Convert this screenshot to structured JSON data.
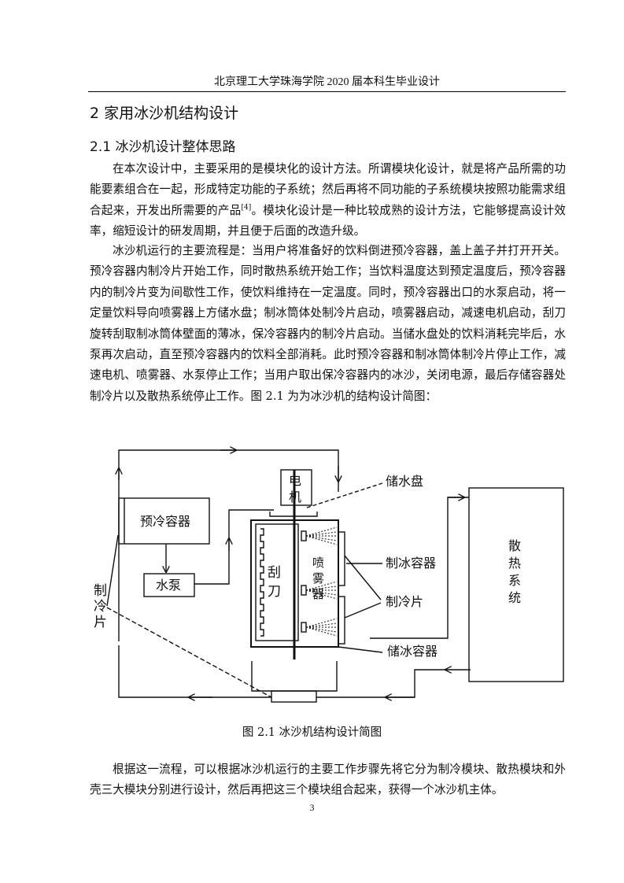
{
  "header": {
    "title": "北京理工大学珠海学院 2020 届本科生毕业设计"
  },
  "chapter": {
    "title": "2 家用冰沙机结构设计"
  },
  "section": {
    "title": "2.1 冰沙机设计整体思路"
  },
  "paragraphs": {
    "p1_a": "在本次设计中，主要采用的是模块化的设计方法。所谓模块化设计，就是将产品所需的功能要素组合在一起，形成特定功能的子系统；然后再将不同功能的子系统模块按照功能需求组合起来，开发出所需要的产品",
    "p1_ref": "[4]",
    "p1_b": "。模块化设计是一种比较成熟的设计方法，它能够提高设计效率，缩短设计的研发周期，并且便于后面的改造升级。",
    "p2": "冰沙机运行的主要流程是：当用户将准备好的饮料倒进预冷容器，盖上盖子并打开开关。预冷容器内制冷片开始工作，同时散热系统开始工作；当饮料温度达到预定温度后，预冷容器内的制冷片变为间歇性工作，使饮料维持在一定温度。同时，预冷容器出口的水泵启动，将一定量饮料导向喷雾器上方储水盘；制冰筒体处制冷片启动，喷雾器启动，减速电机启动，刮刀旋转刮取制冰筒体壁面的薄冰，保冷容器内的制冷片启动。当储水盘处的饮料消耗完毕后，水泵再次启动，直至预冷容器内的饮料全部消耗。此时预冷容器和制冰筒体制冷片停止工作，减速电机、喷雾器、水泵停止工作；当用户取出保冷容器内的冰沙，关闭电源，最后存储容器处制冷片以及散热系统停止工作。图 2.1 为为冰沙机的结构设计简图：",
    "p3": "根据这一流程，可以根据冰沙机运行的主要工作步骤先将它分为制冷模块、散热模块和外壳三大模块分别进行设计，然后再把这三个模块组合起来，获得一个冰沙机主体。"
  },
  "figure": {
    "labels": {
      "motor_1": "电",
      "motor_2": "机",
      "precool": "预冷容器",
      "pump": "水泵",
      "scraper_1": "刮",
      "scraper_2": "刀",
      "sprayer_1": "喷",
      "sprayer_2": "雾",
      "sprayer_3": "器",
      "water_tray": "储水盘",
      "ice_container": "制冰容器",
      "cooling_chip": "制冷片",
      "storage": "储冰容器",
      "cooling_chip_left_1": "制",
      "cooling_chip_left_2": "冷",
      "cooling_chip_left_3": "片",
      "radiator_1": "散",
      "radiator_2": "热",
      "radiator_3": "系",
      "radiator_4": "统"
    },
    "caption": "图 2.1 冰沙机结构设计简图"
  },
  "page_number": "3"
}
